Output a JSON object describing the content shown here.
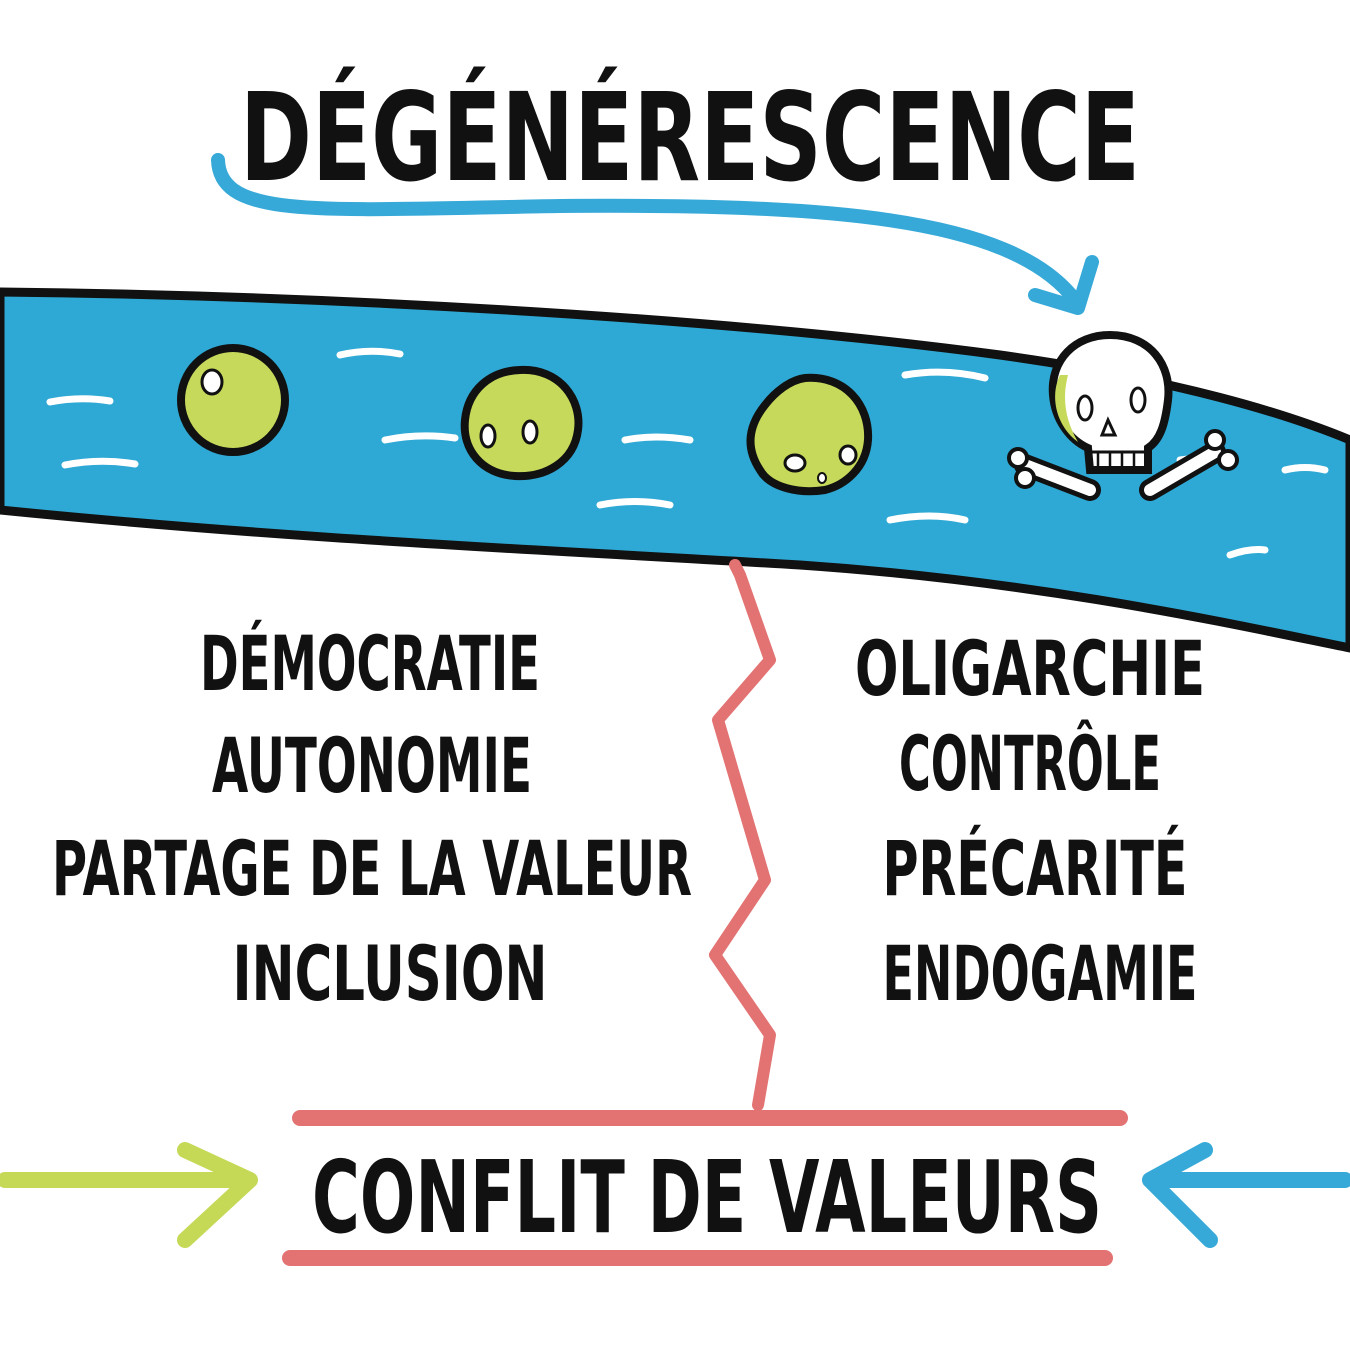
{
  "title": "DÉGÉNÉRESCENCE",
  "left_values": [
    "DÉMOCRATIE",
    "AUTONOMIE",
    "PARTAGE DE LA VALEUR",
    "INCLUSION"
  ],
  "right_values": [
    "OLIGARCHIE",
    "CONTRÔLE",
    "PRÉCARITÉ",
    "ENDOGAMIE"
  ],
  "conclusion": "CONFLIT DE VALEURS",
  "icons": [
    "arrow-icon",
    "river-icon",
    "cell-icon",
    "skull-icon",
    "crossbones-icon",
    "zigzag-divider-icon"
  ],
  "colors": {
    "river": "#2ea8d4",
    "cell": "#c7d95a",
    "divider": "#e37373",
    "arrow_left": "#c5d957",
    "arrow_right": "#36a9d8",
    "ink": "#111111"
  }
}
